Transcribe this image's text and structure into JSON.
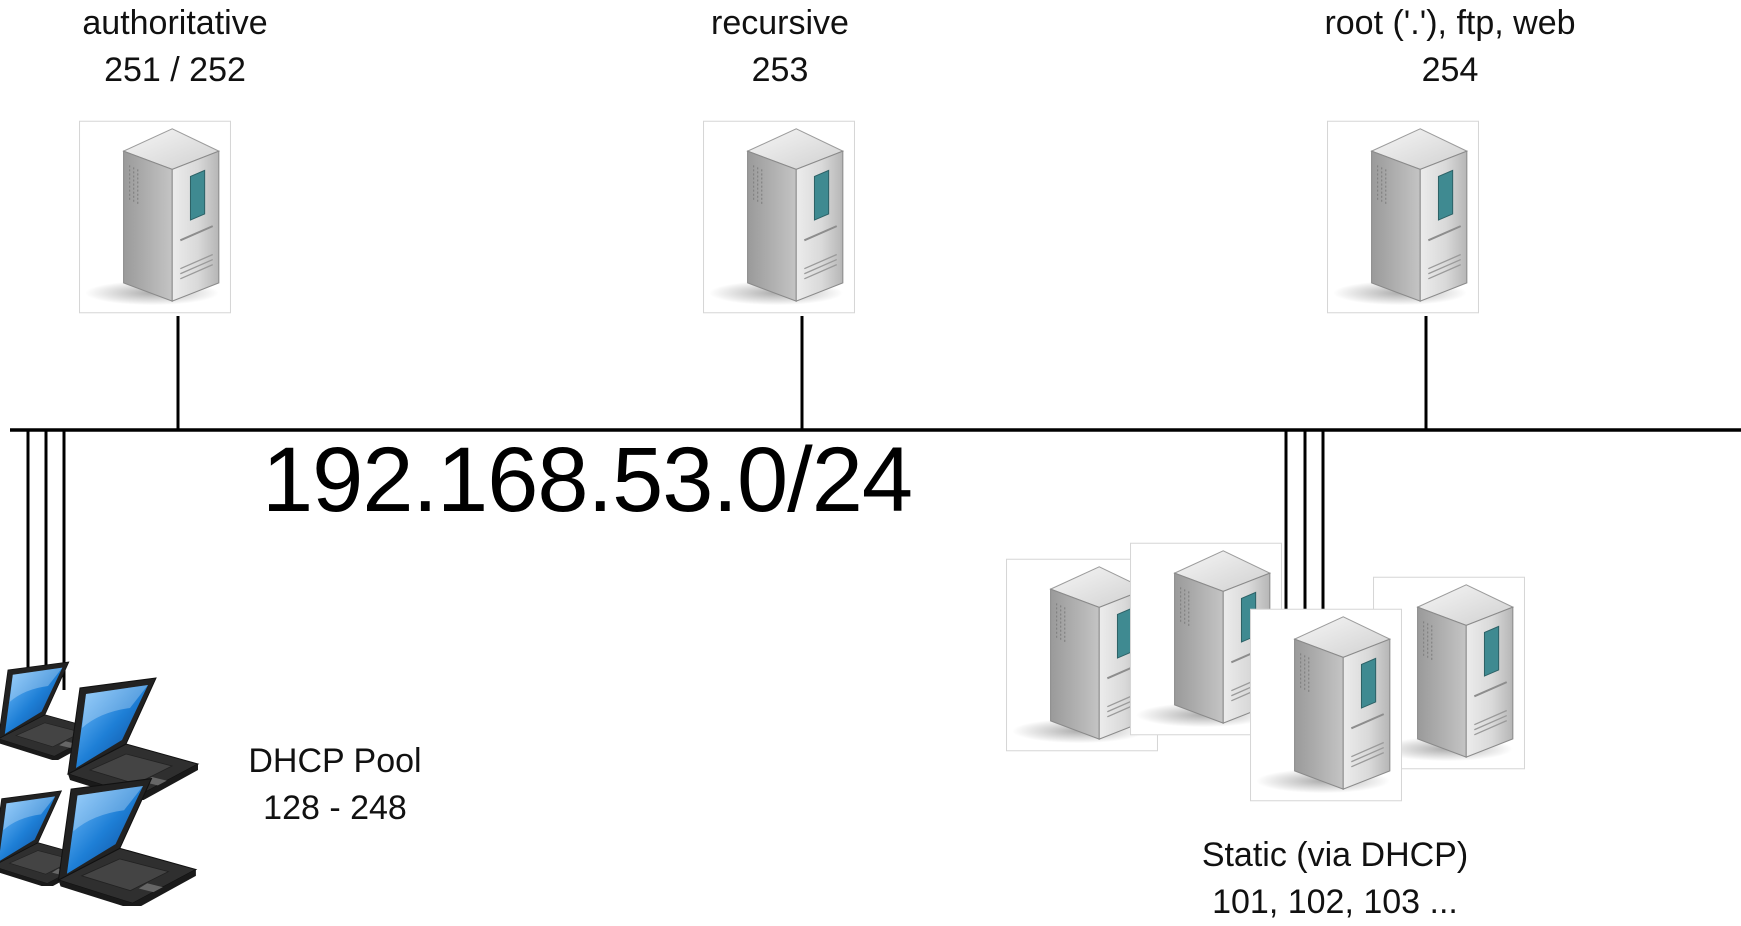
{
  "network": {
    "subnet": "192.168.53.0/24"
  },
  "servers": [
    {
      "role": "authoritative",
      "address": "251 / 252"
    },
    {
      "role": "recursive",
      "address": "253"
    },
    {
      "role": "root ('.'), ftp, web",
      "address": "254"
    }
  ],
  "dhcp_pool": {
    "title": "DHCP Pool",
    "range": "128 - 248"
  },
  "static_hosts": {
    "title": "Static (via DHCP)",
    "addresses": "101, 102, 103 ..."
  },
  "icons": {
    "server": "server-tower-icon",
    "laptop": "laptop-icon"
  },
  "colors": {
    "line": "#000000",
    "server_body": "#d4d4d4",
    "server_panel": "#3f8a91",
    "laptop_screen": "#1e7fd6"
  }
}
